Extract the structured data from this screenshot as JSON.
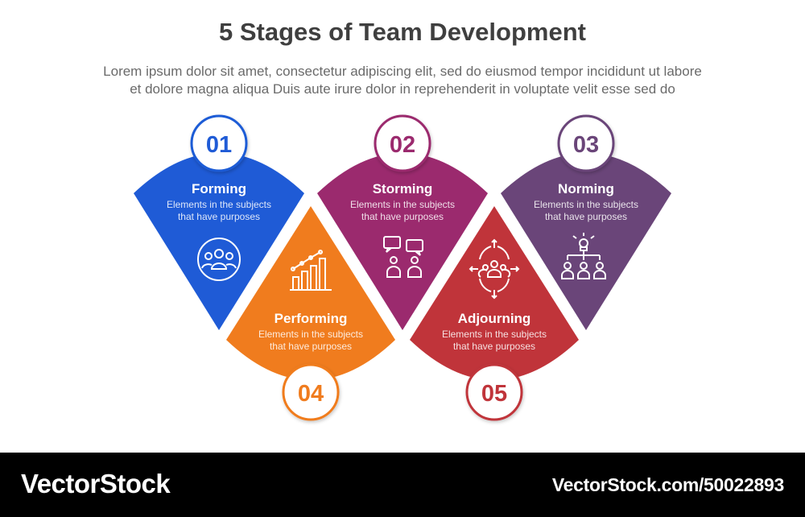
{
  "header": {
    "title": "5 Stages of Team Development",
    "subtitle_line1": "Lorem ipsum dolor sit amet, consectetur adipiscing elit, sed do eiusmod tempor incididunt ut labore",
    "subtitle_line2": "et dolore magna aliqua Duis aute irure dolor in reprehenderit in voluptate velit esse sed do"
  },
  "stages": [
    {
      "num": "01",
      "title": "Forming",
      "desc1": "Elements in the subjects",
      "desc2": "that have purposes",
      "color": "#1f5bd6",
      "icon": "team-group-icon"
    },
    {
      "num": "02",
      "title": "Storming",
      "desc1": "Elements in the subjects",
      "desc2": "that have purposes",
      "color": "#9b2a6e",
      "icon": "discussion-icon"
    },
    {
      "num": "03",
      "title": "Norming",
      "desc1": "Elements in the subjects",
      "desc2": "that have purposes",
      "color": "#6a4579",
      "icon": "hierarchy-icon"
    },
    {
      "num": "04",
      "title": "Performing",
      "desc1": "Elements in the subjects",
      "desc2": "that have purposes",
      "color": "#f07c1e",
      "icon": "growth-chart-icon"
    },
    {
      "num": "05",
      "title": "Adjourning",
      "desc1": "Elements in the subjects",
      "desc2": "that have purposes",
      "color": "#c0343a",
      "icon": "team-dispersal-icon"
    }
  ],
  "footer": {
    "brand": "VectorStock",
    "reference": "VectorStock.com/50022893"
  }
}
